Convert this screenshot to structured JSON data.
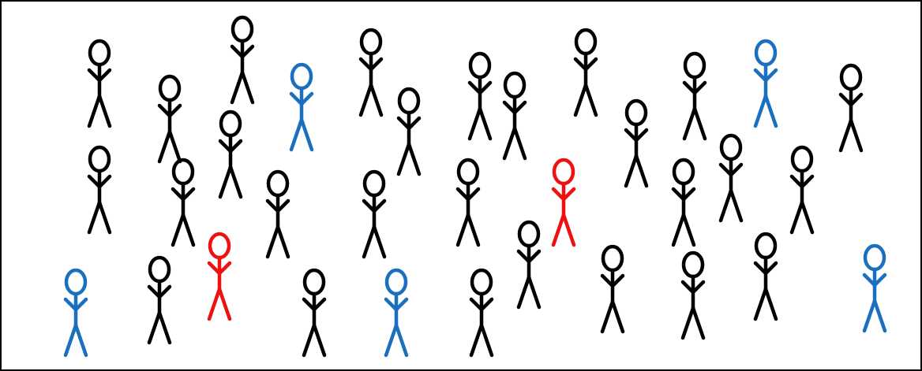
{
  "diagram": {
    "colors": {
      "black": "#000000",
      "blue": "#1a6fbf",
      "red": "#ee1111"
    },
    "figures": [
      {
        "color": "black"
      },
      {
        "color": "black"
      },
      {
        "color": "black"
      },
      {
        "color": "blue"
      },
      {
        "color": "black"
      },
      {
        "color": "black"
      },
      {
        "color": "black"
      },
      {
        "color": "black"
      },
      {
        "color": "black"
      },
      {
        "color": "black"
      },
      {
        "color": "black"
      },
      {
        "color": "blue"
      },
      {
        "color": "black"
      },
      {
        "color": "black"
      },
      {
        "color": "black"
      },
      {
        "color": "black"
      },
      {
        "color": "black"
      },
      {
        "color": "black"
      },
      {
        "color": "black"
      },
      {
        "color": "red"
      },
      {
        "color": "black"
      },
      {
        "color": "black"
      },
      {
        "color": "black"
      },
      {
        "color": "blue"
      },
      {
        "color": "black"
      },
      {
        "color": "red"
      },
      {
        "color": "black"
      },
      {
        "color": "blue"
      },
      {
        "color": "black"
      },
      {
        "color": "black"
      },
      {
        "color": "black"
      },
      {
        "color": "black"
      },
      {
        "color": "black"
      },
      {
        "color": "blue"
      }
    ]
  }
}
